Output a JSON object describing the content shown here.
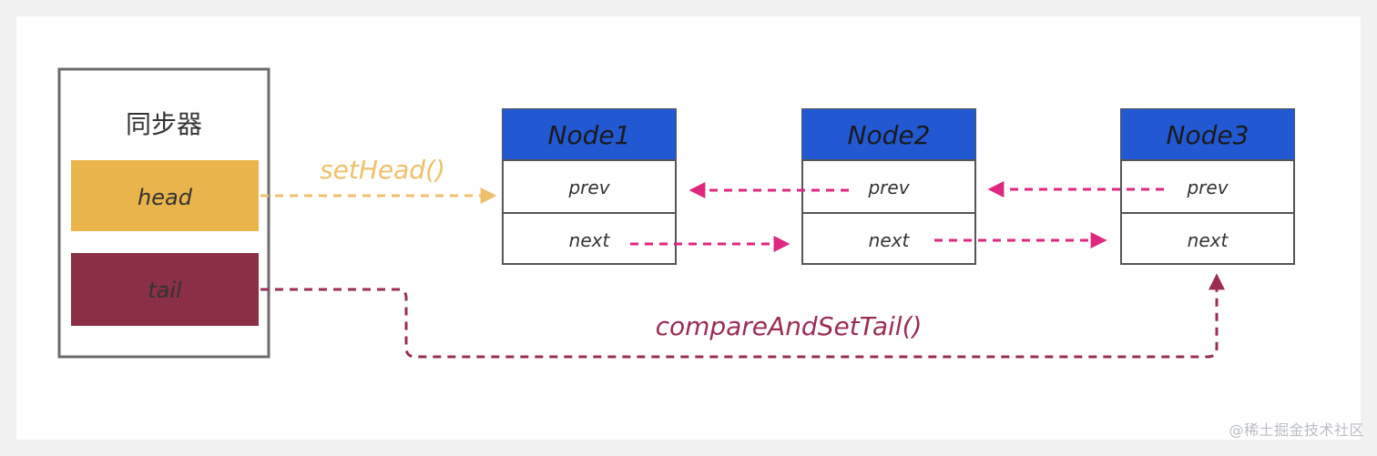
{
  "sync": {
    "title": "同步器",
    "head_label": "head",
    "tail_label": "tail"
  },
  "nodes": [
    {
      "title": "Node1",
      "prev": "prev",
      "next": "next"
    },
    {
      "title": "Node2",
      "prev": "prev",
      "next": "next"
    },
    {
      "title": "Node3",
      "prev": "prev",
      "next": "next"
    }
  ],
  "edges": {
    "set_head": "setHead()",
    "compare_tail": "compareAndSetTail()"
  },
  "colors": {
    "head": "#e9b44c",
    "tail": "#8a2f46",
    "node_header": "#2358d3",
    "pink_arrow": "#e0267f",
    "head_arrow": "#efc06a",
    "tail_arrow": "#9b2c55"
  },
  "watermark": "@稀土掘金技术社区"
}
